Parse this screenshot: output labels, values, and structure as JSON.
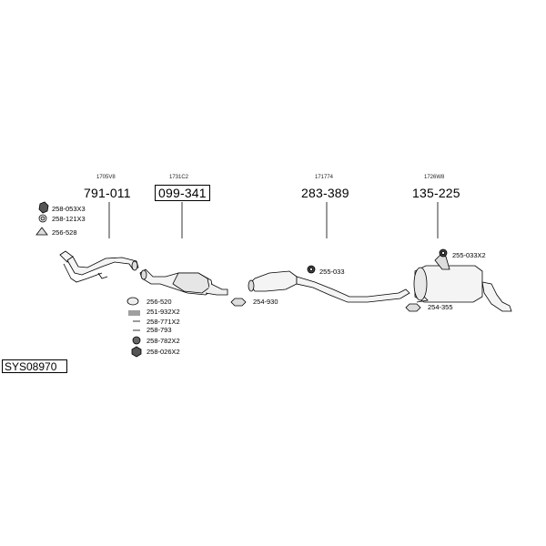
{
  "system_code": "SYS08970",
  "parts": [
    {
      "oem": "1705V8",
      "part_number": "791-011",
      "boxed": false
    },
    {
      "oem": "1731C2",
      "part_number": "099-341",
      "boxed": true
    },
    {
      "oem": "171774",
      "part_number": "283-389",
      "boxed": false
    },
    {
      "oem": "1726W8",
      "part_number": "135-225",
      "boxed": false
    }
  ],
  "accessories": {
    "front_pipe": [
      "258-053X3",
      "258-121X3",
      "256-528"
    ],
    "catalyst": [
      "256-520",
      "251-932X2",
      "258-771X2",
      "258-793",
      "258-782X2",
      "258-026X2"
    ],
    "middle": [
      "255-033",
      "254-930"
    ],
    "rear": [
      "255-033X2",
      "254-355"
    ]
  }
}
